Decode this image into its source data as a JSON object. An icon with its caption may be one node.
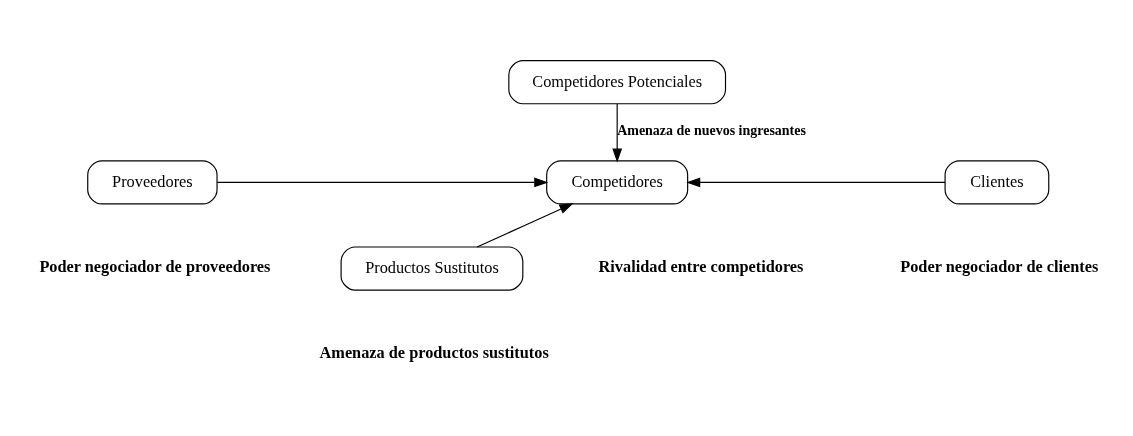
{
  "diagram": {
    "nodes": [
      {
        "text": [
          "Competidores Potenciales"
        ]
      },
      {
        "text": [
          "Proveedores"
        ],
        "beside": [
          "Poder negociador de proveedores"
        ]
      },
      {
        "text": [
          "Competidores"
        ]
      },
      {
        "text": [
          "Clientes"
        ],
        "beside": [
          "Poder negociador de clientes"
        ]
      },
      {
        "text": [
          "Productos Sustitutos"
        ]
      }
    ],
    "edges": [
      {
        "from": 0,
        "to": 2,
        "arrow": "to",
        "label": "Amenaza de nuevos ingresantes"
      },
      {
        "from": 1,
        "to": 2,
        "arrow": "to"
      },
      {
        "from": 3,
        "to": 2,
        "arrow": "to"
      },
      {
        "from": 4,
        "to": 2,
        "arrow": "to"
      }
    ],
    "labels": [
      "Rivalidad entre competidores",
      "Amenaza de productos sustitutos"
    ]
  }
}
